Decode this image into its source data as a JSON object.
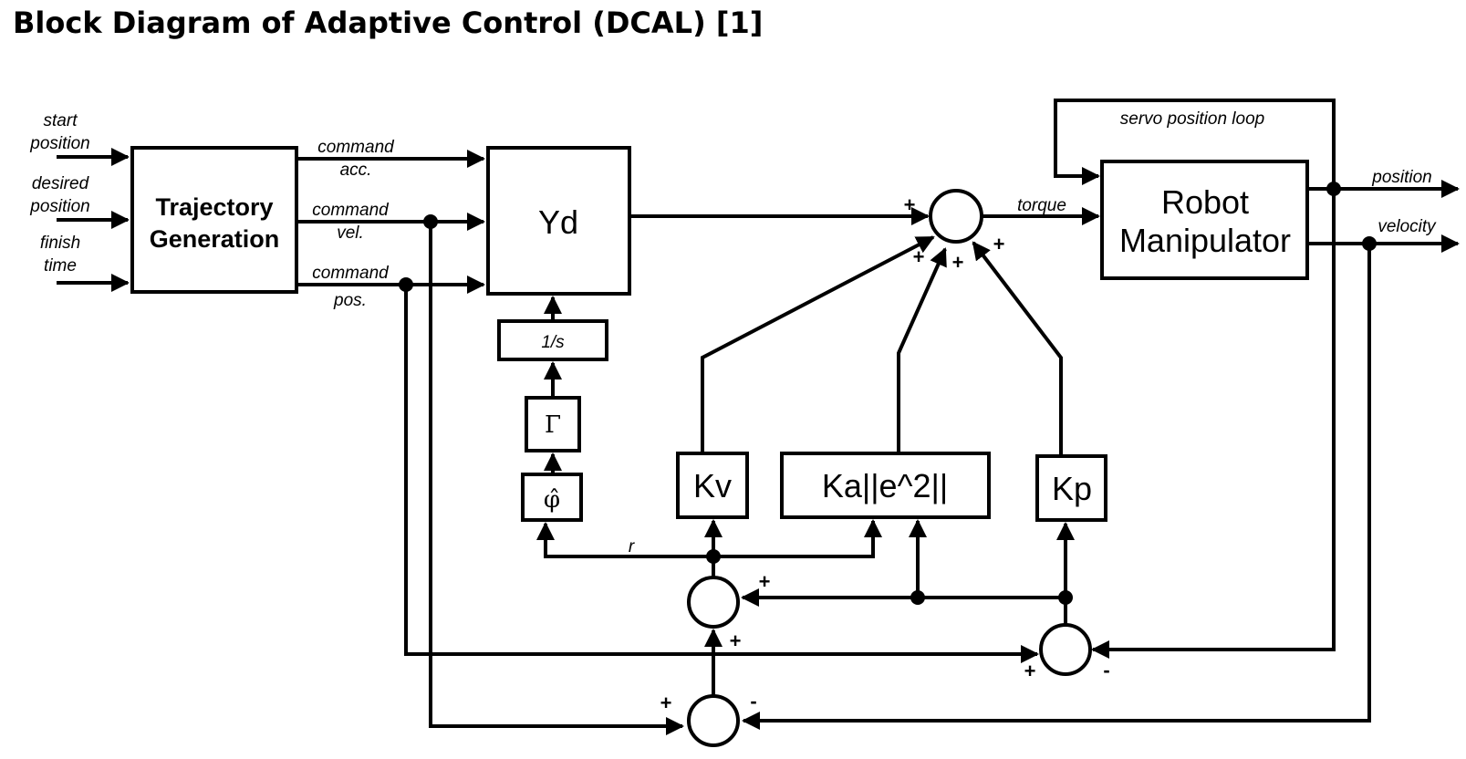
{
  "title": "Block Diagram of Adaptive Control (DCAL) [1]",
  "inputs": {
    "start": [
      "start",
      "position"
    ],
    "desired": [
      "desired",
      "position"
    ],
    "finish": [
      "finish",
      "time"
    ]
  },
  "blocks": {
    "trajectory": [
      "Trajectory",
      "Generation"
    ],
    "yd": "Yd",
    "integrator": "1/s",
    "gamma": "Γ",
    "phi": "φ̂",
    "kv": "Kv",
    "ka": "Ka||e^2||",
    "kp": "Kp",
    "robot": [
      "Robot",
      "Manipulator"
    ]
  },
  "signals": {
    "cmd_acc": [
      "command",
      "acc."
    ],
    "cmd_vel": [
      "command",
      "vel."
    ],
    "cmd_pos": [
      "command",
      "pos."
    ],
    "torque": "torque",
    "position": "position",
    "velocity": "velocity",
    "servo_loop": "servo position loop",
    "r": "r"
  },
  "signs": {
    "plus": "+",
    "minus": "-"
  }
}
